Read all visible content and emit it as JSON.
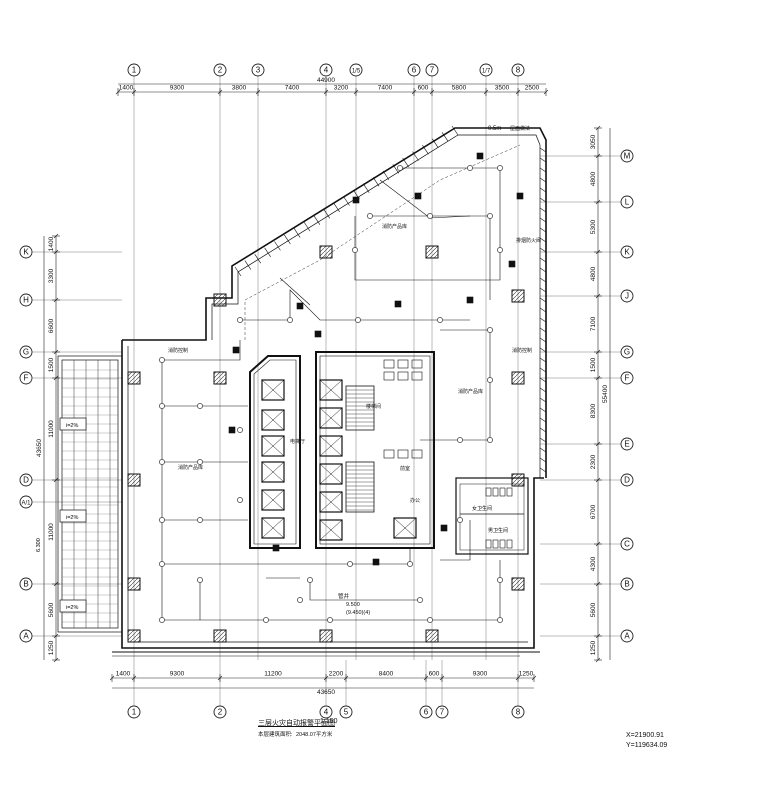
{
  "drawing": {
    "title": "三层火灾自动报警平面图",
    "scale": "1:150",
    "area_label": "本层建筑面积:",
    "area_value": "2048.07平方米",
    "coord_x": "X=21900.91",
    "coord_y": "Y=119634.09"
  },
  "grid": {
    "top_axes": [
      "1",
      "2",
      "3",
      "4",
      "1/5",
      "6",
      "7",
      "1/7",
      "8"
    ],
    "bottom_axes": [
      "1",
      "2",
      "4",
      "5",
      "6",
      "7",
      "8"
    ],
    "left_axes": [
      "K",
      "H",
      "G",
      "F",
      "D",
      "A/1",
      "B",
      "A"
    ],
    "right_axes": [
      "M",
      "L",
      "K",
      "J",
      "G",
      "F",
      "E",
      "D",
      "C",
      "B",
      "A"
    ]
  },
  "dimensions": {
    "top_total": "44900",
    "top_segments": [
      "1400",
      "9300",
      "3800",
      "7400",
      "3200",
      "7400",
      "600",
      "5800",
      "3500",
      "2500"
    ],
    "bottom_total": "43650",
    "bottom_segments": [
      "1400",
      "9300",
      "11200",
      "2200",
      "8400",
      "600",
      "9300",
      "1250"
    ],
    "left_total": "43650",
    "left_segments": [
      "1400",
      "3300",
      "6600",
      "1500",
      "11000",
      "11000",
      "5600",
      "1250"
    ],
    "right_total": "55400",
    "right_segments": [
      "3050",
      "4800",
      "5300",
      "4800",
      "7100",
      "1500",
      "8300",
      "2300",
      "6700",
      "4300",
      "5600",
      "1250"
    ]
  },
  "labels": {
    "elev_top": "0.5m",
    "roof_note": "屋面做法",
    "shaft": "管井",
    "floor_elev": "9.500",
    "floor_elev2": "(9.450)(4)",
    "slope1": "i=2%",
    "slope2": "i=2%",
    "slope3": "i=2%",
    "elev_left": "6.300",
    "legend_a": "消防控制",
    "legend_b": "排烟防火阀",
    "room_a": "前室",
    "room_b": "电梯厅",
    "room_c": "女卫生间",
    "room_d": "男卫生间",
    "room_e": "办公",
    "room_f": "消防产品库",
    "room_g": "楼梯间"
  }
}
